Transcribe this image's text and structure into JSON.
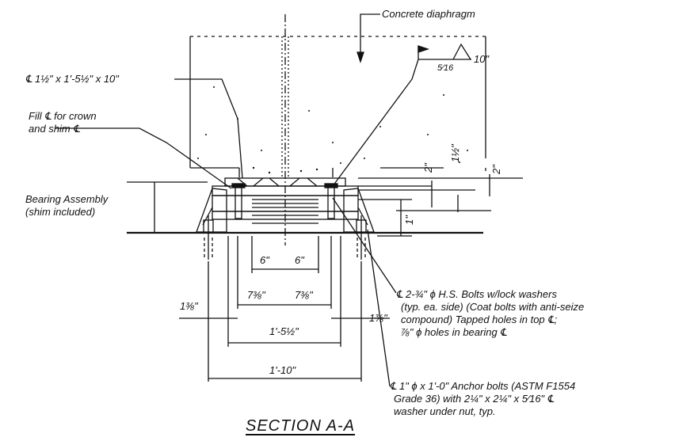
{
  "labels": {
    "concrete_diaphragm": "Concrete diaphragm",
    "plate": "℄ 1½\" x 1'-5½\" x 10\"",
    "fill_line1": "Fill ℄ for crown",
    "fill_line2": "and shim ℄",
    "bearing_line1": "Bearing Assembly",
    "bearing_line2": "(shim included)",
    "weld_size": "5⁄16",
    "weld_length": "10\"",
    "bolts_line1": "℄ 2-¾\" ϕ H.S. Bolts w/lock washers",
    "bolts_line2": "(typ. ea. side) (Coat bolts with anti-seize",
    "bolts_line3": "compound) Tapped holes in top ℄;",
    "bolts_line4": "⅞\" ϕ holes in bearing ℄",
    "anchor_line1": "℄ 1\" ϕ x 1'-0\" Anchor bolts (ASTM F1554",
    "anchor_line2": "Grade 36) with 2¼\" x 2¼\" x 5⁄16\" ℄",
    "anchor_line3": "washer under nut, typ."
  },
  "dimensions": {
    "six_left": "6\"",
    "six_right": "6\"",
    "seven_left": "7⅜\"",
    "seven_right": "7⅜\"",
    "edge_left": "1⅜\"",
    "edge_right": "1⅜\"",
    "width_mid": "1'-5½\"",
    "width_total": "1'-10\"",
    "v_two_a": "2\"",
    "v_one_half": "1½\"",
    "v_two_b": "2\"",
    "v_one": "1\""
  },
  "title": "SECTION A-A"
}
